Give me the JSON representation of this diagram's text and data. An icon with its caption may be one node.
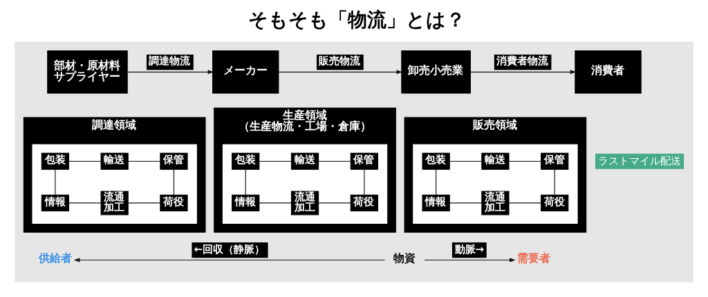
{
  "diagram": {
    "title": "そもそも「物流」とは？",
    "nodes": [
      {
        "text": [],
        "shape": "box"
      },
      {
        "text": [
          "部材・原材料サプライヤー"
        ],
        "in": 0
      },
      {
        "text": [
          "メーカー"
        ],
        "in": 0
      },
      {
        "text": [
          "卸売小売業"
        ],
        "in": 0
      },
      {
        "text": [
          "消費者"
        ],
        "in": 0
      },
      {
        "text": [
          "調達領域"
        ],
        "in": 0
      },
      {
        "text": [],
        "shape": "box",
        "in": 5
      },
      {
        "text": [
          "包装"
        ],
        "in": 6
      },
      {
        "text": [
          "輸送"
        ],
        "in": 6
      },
      {
        "text": [
          "保管"
        ],
        "in": 6
      },
      {
        "text": [
          "情報"
        ],
        "in": 6
      },
      {
        "text": [
          "流通加工"
        ],
        "in": 6
      },
      {
        "text": [
          "荷役"
        ],
        "in": 6
      },
      {
        "text": [
          "生産領域",
          "（生産物流・工場・倉庫）"
        ],
        "in": 0
      },
      {
        "text": [],
        "shape": "box",
        "in": 13
      },
      {
        "text": [
          "包装"
        ],
        "in": 14
      },
      {
        "text": [
          "輸送"
        ],
        "in": 14
      },
      {
        "text": [
          "保管"
        ],
        "in": 14
      },
      {
        "text": [
          "情報"
        ],
        "in": 14
      },
      {
        "text": [
          "流通加工"
        ],
        "in": 14
      },
      {
        "text": [
          "荷役"
        ],
        "in": 14
      },
      {
        "text": [
          "販売領域"
        ],
        "in": 0
      },
      {
        "text": [],
        "shape": "box",
        "in": 21
      },
      {
        "text": [
          "包装"
        ],
        "in": 22
      },
      {
        "text": [
          "輸送"
        ],
        "in": 22
      },
      {
        "text": [
          "保管"
        ],
        "in": 22
      },
      {
        "text": [
          "情報"
        ],
        "in": 22
      },
      {
        "text": [
          "流通加工"
        ],
        "in": 22
      },
      {
        "text": [
          "荷役"
        ],
        "in": 22
      },
      {
        "text": [
          "供給者"
        ],
        "in": 0
      },
      {
        "text": [
          "物資"
        ],
        "in": 0
      },
      {
        "text": [
          "需要者"
        ],
        "in": 0
      }
    ],
    "edges": [
      {
        "from": 1,
        "to": 2,
        "arrow": "to",
        "label": "調達物流"
      },
      {
        "from": 2,
        "to": 3,
        "arrow": "to",
        "label": "販売物流"
      },
      {
        "from": 3,
        "to": 4,
        "arrow": "to",
        "label": "消費者物流"
      },
      {
        "from": 7,
        "to": 8,
        "arrow": "none"
      },
      {
        "from": 8,
        "to": 9,
        "arrow": "none"
      },
      {
        "from": 7,
        "to": 10,
        "arrow": "none"
      },
      {
        "from": 9,
        "to": 12,
        "arrow": "none"
      },
      {
        "from": 10,
        "to": 11,
        "arrow": "none"
      },
      {
        "from": 11,
        "to": 12,
        "arrow": "none"
      },
      {
        "from": 15,
        "to": 16,
        "arrow": "none"
      },
      {
        "from": 16,
        "to": 17,
        "arrow": "none"
      },
      {
        "from": 15,
        "to": 18,
        "arrow": "none"
      },
      {
        "from": 17,
        "to": 20,
        "arrow": "none"
      },
      {
        "from": 18,
        "to": 19,
        "arrow": "none"
      },
      {
        "from": 19,
        "to": 20,
        "arrow": "none"
      },
      {
        "from": 23,
        "to": 24,
        "arrow": "none"
      },
      {
        "from": 24,
        "to": 25,
        "arrow": "none"
      },
      {
        "from": 23,
        "to": 26,
        "arrow": "none"
      },
      {
        "from": 25,
        "to": 28,
        "arrow": "none"
      },
      {
        "from": 26,
        "to": 27,
        "arrow": "none"
      },
      {
        "from": 27,
        "to": 28,
        "arrow": "none"
      },
      {
        "from": 30,
        "to": 29,
        "arrow": "to",
        "label": "←回収（静脈）"
      },
      {
        "from": 30,
        "to": 31,
        "arrow": "to",
        "label": "動脈→"
      }
    ],
    "labels": [
      "ラストマイル配送"
    ]
  }
}
